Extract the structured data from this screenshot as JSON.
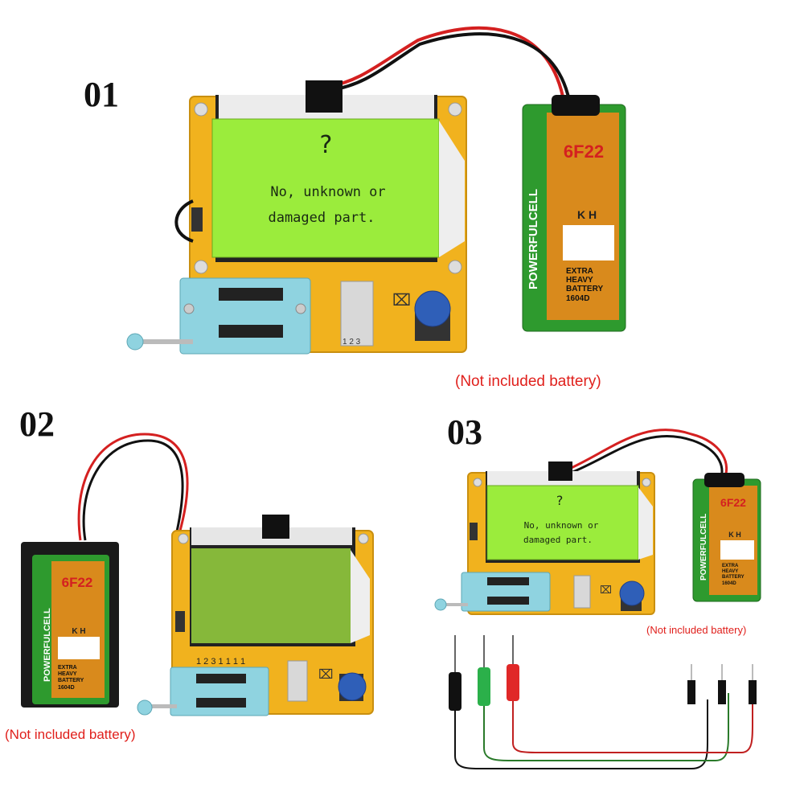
{
  "panels": [
    {
      "number": "01",
      "caption": "(Not included battery)"
    },
    {
      "number": "02",
      "caption": "(Not included battery)"
    },
    {
      "number": "03",
      "caption": "(Not included battery)"
    }
  ],
  "lcd": {
    "symbol": "?",
    "line1": "No, unknown or",
    "line2": "damaged part."
  },
  "battery": {
    "model": "6F22",
    "brand": "POWERFULCELL",
    "letters": "K H",
    "line1": "EXTRA",
    "line2": "HEAVY",
    "line3": "BATTERY",
    "code": "1604D"
  },
  "socket_pins": "1 2 3 1 1 1 1",
  "pin_numbers": "1 2 3",
  "colors": {
    "pcb": "#f1b21e",
    "lcd_on": "#9bec3c",
    "lcd_off": "#86b83a",
    "socket": "#8fd3e0",
    "knob": "#2f5fb8",
    "battery_green": "#2e9a2e",
    "battery_orange": "#d98a1c",
    "caption_red": "#e0201c"
  }
}
